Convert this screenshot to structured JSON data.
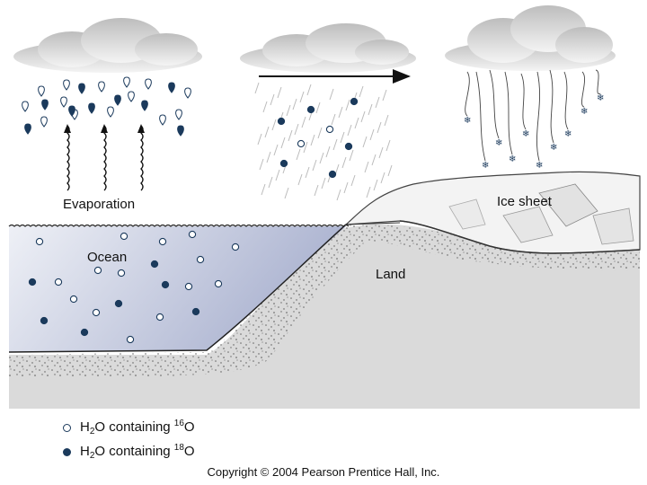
{
  "labels": {
    "evaporation": "Evaporation",
    "ocean": "Ocean",
    "land": "Land",
    "ice_sheet": "Ice sheet"
  },
  "legend": [
    {
      "kind": "light",
      "prefix": "H",
      "sub": "2",
      "middle": "O containing ",
      "sup": "16",
      "suffix": "O"
    },
    {
      "kind": "dark",
      "prefix": "H",
      "sub": "2",
      "middle": "O containing ",
      "sup": "18",
      "suffix": "O"
    }
  ],
  "copyright": "Copyright © 2004 Pearson Prentice Hall, Inc.",
  "colors": {
    "ocean_top": "#e9ecf4",
    "ocean_bottom": "#aab2cf",
    "dark_molecule": "#1b3a5c",
    "ground": "#d9d9d9",
    "ice": "#f2f2f2",
    "cloud": "#cfcfcf"
  }
}
